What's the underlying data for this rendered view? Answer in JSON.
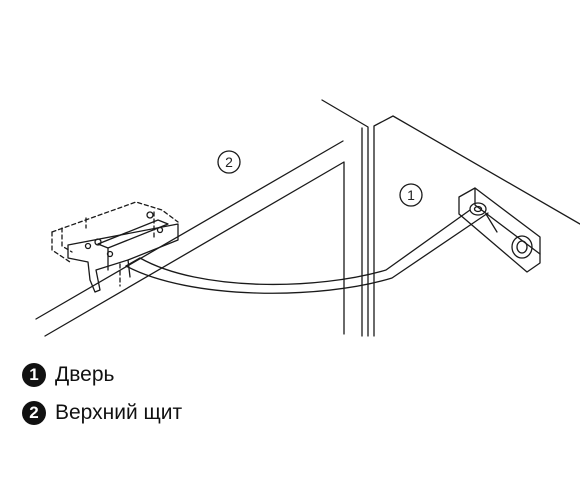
{
  "callouts": {
    "door": "1",
    "top_panel": "2"
  },
  "legend": [
    {
      "number": "1",
      "label": "Дверь"
    },
    {
      "number": "2",
      "label": "Верхний щит"
    }
  ],
  "colors": {
    "line": "#1a1a1a",
    "background": "#ffffff",
    "badge": "#111111"
  }
}
